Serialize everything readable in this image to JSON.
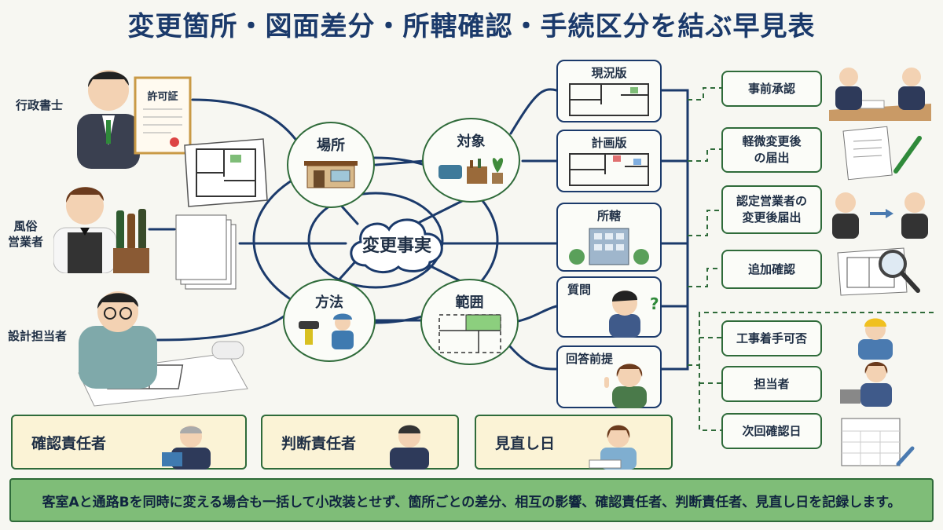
{
  "title": "変更箇所・図面差分・所轄確認・手続区分を結ぶ早見表",
  "people": {
    "gyosei": "行政書士",
    "fuzoku": "風俗\n営業者",
    "sekkei": "設計担当者"
  },
  "certificate_text": "許可証",
  "center": "変更事実",
  "circles": {
    "basho": "場所",
    "taisho": "対象",
    "hoho": "方法",
    "hani": "範囲"
  },
  "mid_boxes": {
    "genkyo": "現況版",
    "keikaku": "計画版",
    "shokatsu": "所轄",
    "shitsumon": "質問",
    "kaito": "回答前提"
  },
  "question_mark": "?",
  "right_boxes": {
    "jizen": "事前承認",
    "keibi": "軽微変更後\nの届出",
    "nintei": "認定営業者の\n変更後届出",
    "tsuika": "追加確認",
    "koji": "工事着手可否",
    "tanto": "担当者",
    "jikai": "次回確認日"
  },
  "bottom_boxes": {
    "kakunin": "確認責任者",
    "handan": "判断責任者",
    "minaoshi": "見直し日"
  },
  "footer": "客室Aと通路Bを同時に変える場合も一括して小改装とせず、箇所ごとの差分、相互の影響、確認責任者、判断責任者、見直し日を記録します。",
  "colors": {
    "navy": "#1b3a6b",
    "green": "#2f6b3a",
    "footer_bg": "#7fbd78",
    "note_bg": "#fbf3d6"
  }
}
